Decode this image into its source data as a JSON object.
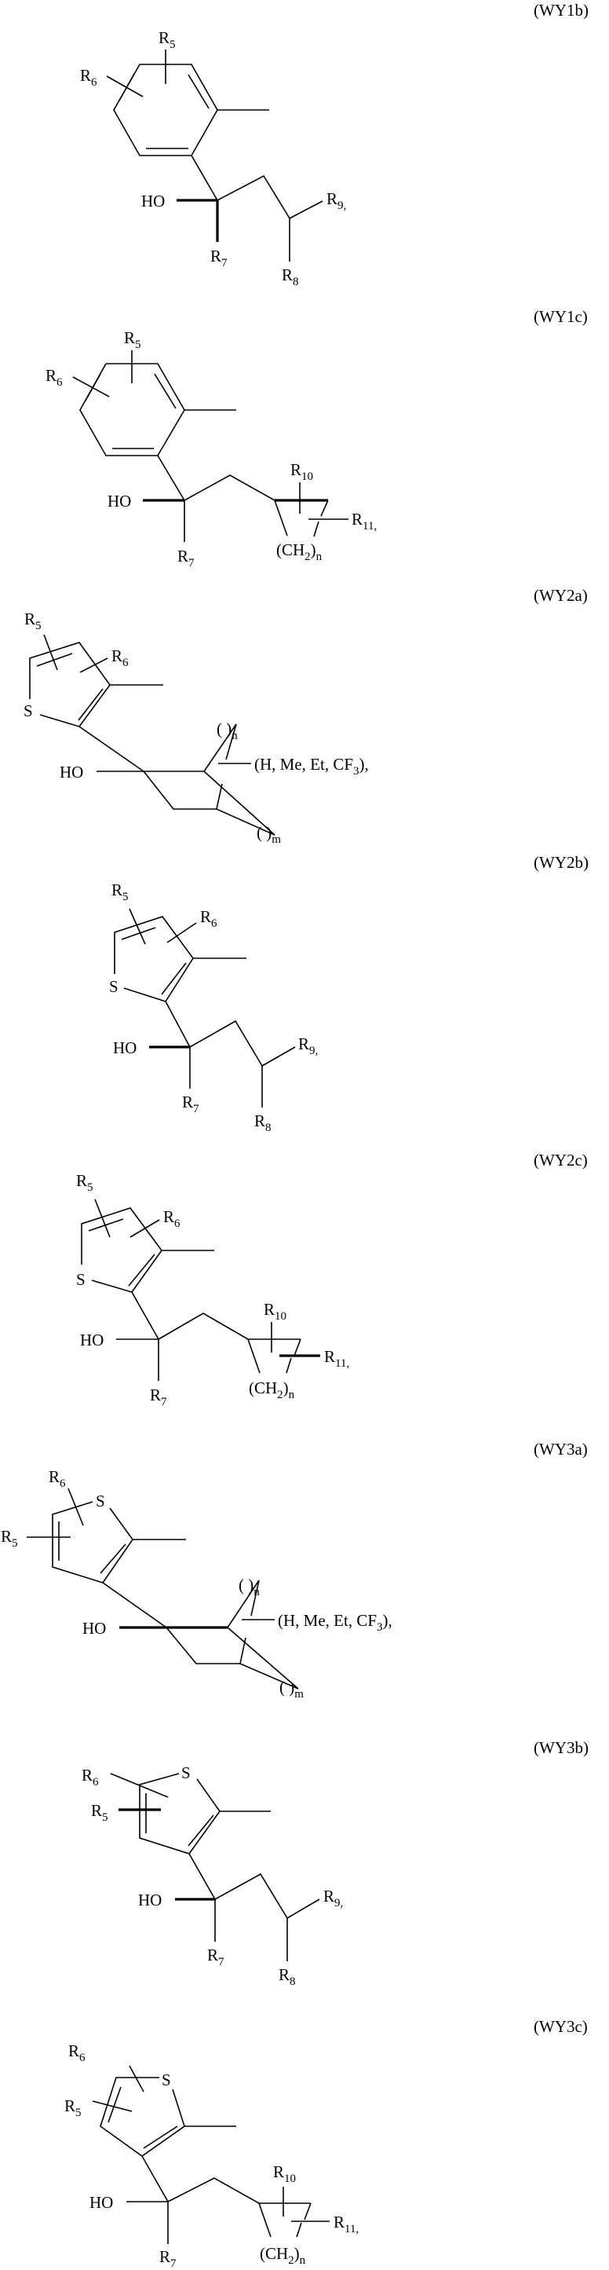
{
  "document": {
    "type": "chemical structure formulas",
    "compounds": [
      {
        "id": "WY1b",
        "label": "(WY1b)",
        "ring": "benzene",
        "substituents": {
          "ring_a": "R5",
          "ring_b": "R6",
          "carbinol": "R7",
          "chain_1": "R8",
          "chain_2": "R9,"
        },
        "hydroxyl": "HO"
      },
      {
        "id": "WY1c",
        "label": "(WY1c)",
        "ring": "benzene",
        "substituents": {
          "ring_a": "R5",
          "ring_b": "R6",
          "carbinol": "R7",
          "cyclo_1": "R10",
          "cyclo_2": "R11,"
        },
        "hydroxyl": "HO",
        "bridge": "(CH2)n"
      },
      {
        "id": "WY2a",
        "label": "(WY2a)",
        "ring": "thiophene",
        "heteroatom": "S",
        "substituents": {
          "ring_a": "R5",
          "ring_b": "R6",
          "bicyclic": "(H, Me, Et, CF3),"
        },
        "hydroxyl": "HO",
        "bridge_n": "( )n",
        "bridge_m": "( )m"
      },
      {
        "id": "WY2b",
        "label": "(WY2b)",
        "ring": "thiophene",
        "heteroatom": "S",
        "substituents": {
          "ring_a": "R5",
          "ring_b": "R6",
          "carbinol": "R7",
          "chain_1": "R8",
          "chain_2": "R9,"
        },
        "hydroxyl": "HO"
      },
      {
        "id": "WY2c",
        "label": "(WY2c)",
        "ring": "thiophene",
        "heteroatom": "S",
        "substituents": {
          "ring_a": "R5",
          "ring_b": "R6",
          "carbinol": "R7",
          "cyclo_1": "R10",
          "cyclo_2": "R11,"
        },
        "hydroxyl": "HO",
        "bridge": "(CH2)n"
      },
      {
        "id": "WY3a",
        "label": "(WY3a)",
        "ring": "thiophene",
        "heteroatom": "S",
        "substituents": {
          "ring_a": "R5",
          "ring_b": "R6",
          "bicyclic": "(H, Me, Et, CF3),"
        },
        "hydroxyl": "HO",
        "bridge_n": "( )n",
        "bridge_m": "( )m"
      },
      {
        "id": "WY3b",
        "label": "(WY3b)",
        "ring": "thiophene",
        "heteroatom": "S",
        "substituents": {
          "ring_a": "R5",
          "ring_b": "R6",
          "carbinol": "R7",
          "chain_1": "R8",
          "chain_2": "R9,"
        },
        "hydroxyl": "HO"
      },
      {
        "id": "WY3c",
        "label": "(WY3c)",
        "ring": "thiophene",
        "heteroatom": "S",
        "substituents": {
          "ring_a": "R5",
          "ring_b": "R6",
          "carbinol": "R7",
          "cyclo_1": "R10",
          "cyclo_2": "R11,"
        },
        "hydroxyl": "HO",
        "bridge": "(CH2)n"
      }
    ]
  },
  "text": {
    "R": "R",
    "s5": "5",
    "s6": "6",
    "s7": "7",
    "s8": "8",
    "s9": "9",
    "s10": "10",
    "s11": "11",
    "comma": ",",
    "HO": "HO",
    "S": "S",
    "ch2_open": "(CH",
    "ch2_sub": "2",
    "ch2_close": ")",
    "n": "n",
    "m": "m",
    "paren_pair": "(   )",
    "bicyc_a": "(H, Me, Et, CF",
    "bicyc_sub": "3",
    "bicyc_b": "),"
  }
}
